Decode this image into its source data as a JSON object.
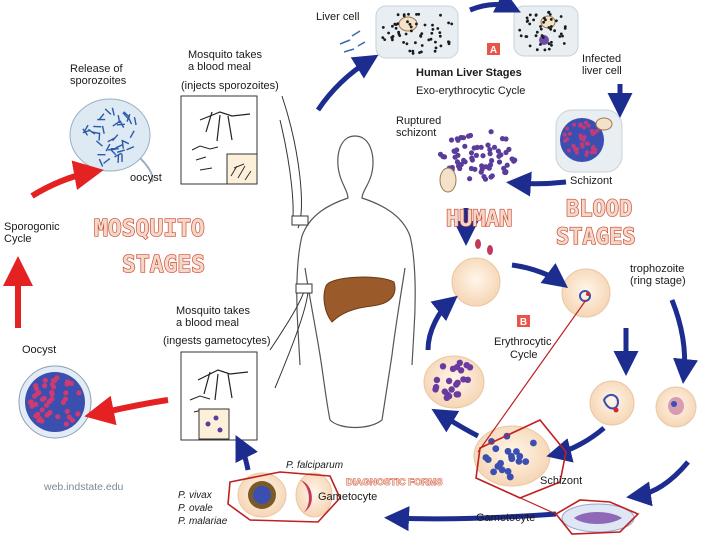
{
  "labels": {
    "liver_cell": "Liver cell",
    "infected_liver_cell": "Infected\nliver cell",
    "human_liver_stages": "Human Liver Stages",
    "exo_cycle": "Exo-erythrocytic Cycle",
    "badge_a": "A",
    "badge_b": "B",
    "ruptured_schizont": "Ruptured\nschizont",
    "schizont_top": "Schizont",
    "release_sporozoites": "Release of\nsporozoites",
    "mosquito_meal_1": "Mosquito takes\na blood meal",
    "mosquito_meal_1_sub": "(injects sporozoites)",
    "oocyst_top": "oocyst",
    "sporogonic_cycle": "Sporogonic\nCycle",
    "oocyst_bottom": "Oocyst",
    "mosquito_meal_2": "Mosquito takes\na blood meal",
    "mosquito_meal_2_sub": "(ingests gametocytes)",
    "trophozoite": "trophozoite\n(ring stage)",
    "erythrocytic_cycle": "Erythrocytic\nCycle",
    "schizont_bottom": "Schizont",
    "gametocyte_right": "Gametocyte",
    "gametocyte_left": "Gametocyte",
    "p_falciparum": "P. falciparum",
    "p_vivax": "P. vivax",
    "p_ovale": "P. ovale",
    "p_malariae": "P. malariae",
    "website": "web.indstate.edu"
  },
  "overlays": {
    "mosquito_stages": "MOSQUITO\nSTAGES",
    "human_blood_stages_line1_left": "HUMAN",
    "human_blood_stages_line1_right": "BLOOD",
    "human_blood_stages_line2": "STAGES",
    "diagnostic_forms": "DIAGNOSTIC FORMS"
  },
  "colors": {
    "arrow_blue": "#1d2c8f",
    "arrow_red": "#e42222",
    "overlay_red": "#d0402a",
    "cell_fill": "#fbe6cf",
    "parasite_purple": "#5a3c9a",
    "liver_brown": "#9a5a2a",
    "badge_red": "#e8544a"
  }
}
